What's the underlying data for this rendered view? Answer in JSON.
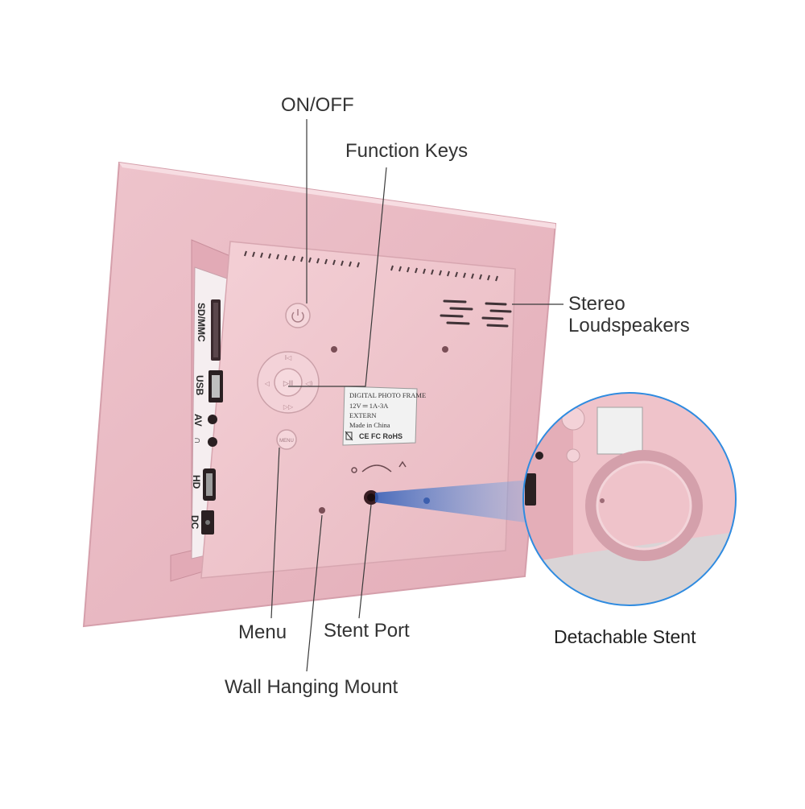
{
  "callouts": {
    "on_off": "ON/OFF",
    "function_keys": "Function Keys",
    "stereo_line1": "Stereo",
    "stereo_line2": "Loudspeakers",
    "menu": "Menu",
    "stent_port": "Stent Port",
    "wall_mount": "Wall Hanging Mount",
    "detachable_stent": "Detachable Stent"
  },
  "ports": {
    "sd": "SD/MMC",
    "usb": "USB",
    "av": "AV",
    "headphone": "∩",
    "hd": "HD",
    "dc": "DC"
  },
  "label_plate": {
    "title": "DIGITAL PHOTO FRAME",
    "rating": "12V ═ 1A-3A",
    "extern": "EXTERN",
    "origin": "Made in China",
    "cert": "CE FC RoHS"
  },
  "buttons": {
    "menu_text": "MENU",
    "play_pause": "▷II"
  },
  "colors": {
    "frame_pink": "#e9b9c2",
    "frame_edge": "#d9a3ae",
    "back_panel": "#efc6cc",
    "line": "#3a3a3a",
    "zoom_ring": "#2f8be0",
    "beam": "#4a79c9"
  }
}
